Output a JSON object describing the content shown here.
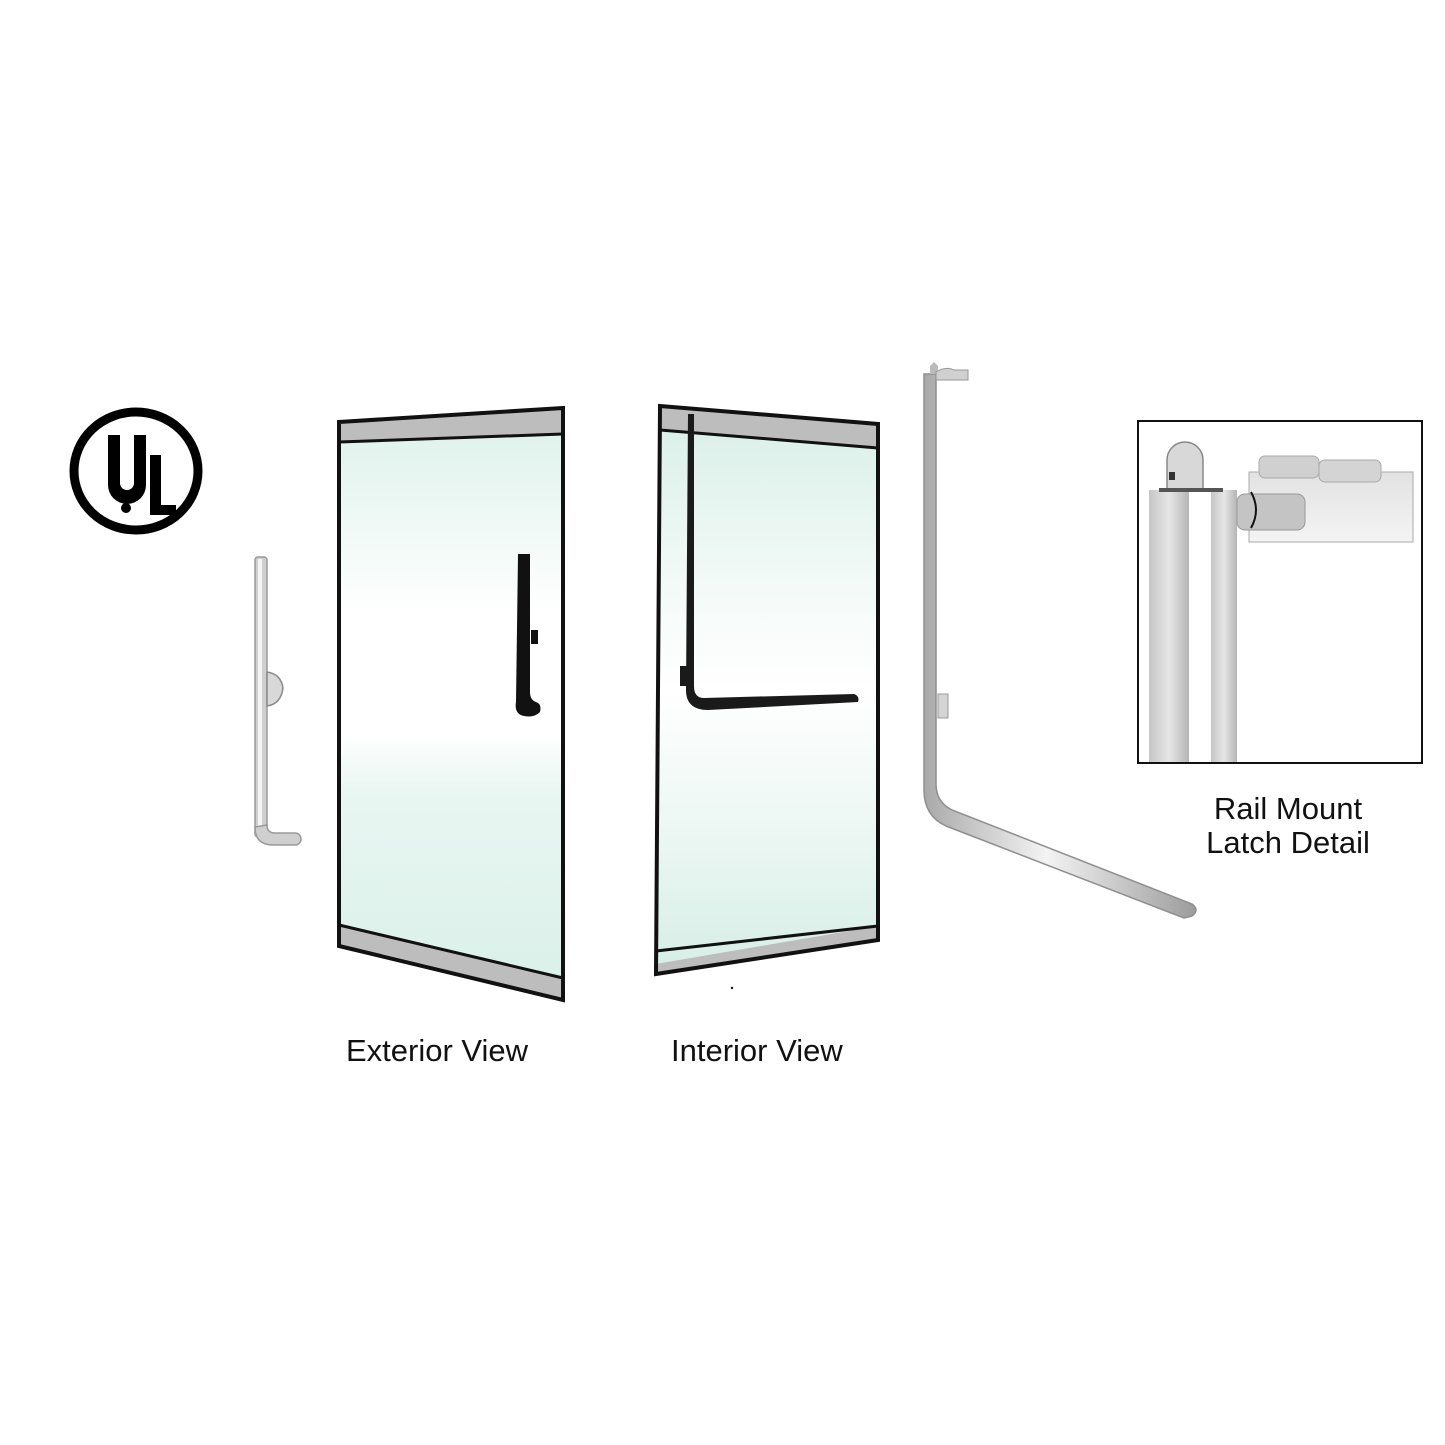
{
  "logo": {
    "text": "UL",
    "icon": "ul-certification-logo"
  },
  "views": [
    {
      "id": "exterior",
      "label": "Exterior View"
    },
    {
      "id": "interior",
      "label": "Interior View"
    }
  ],
  "detail": {
    "line1": "Rail Mount",
    "line2": "Latch Detail"
  },
  "colors": {
    "glass_top": "#dff2ec",
    "glass_mid": "#ffffff",
    "rail": "#b8b8b8",
    "frame": "#111111",
    "hardware_dark": "#1a1a1a",
    "steel": "#c9c9c9"
  }
}
